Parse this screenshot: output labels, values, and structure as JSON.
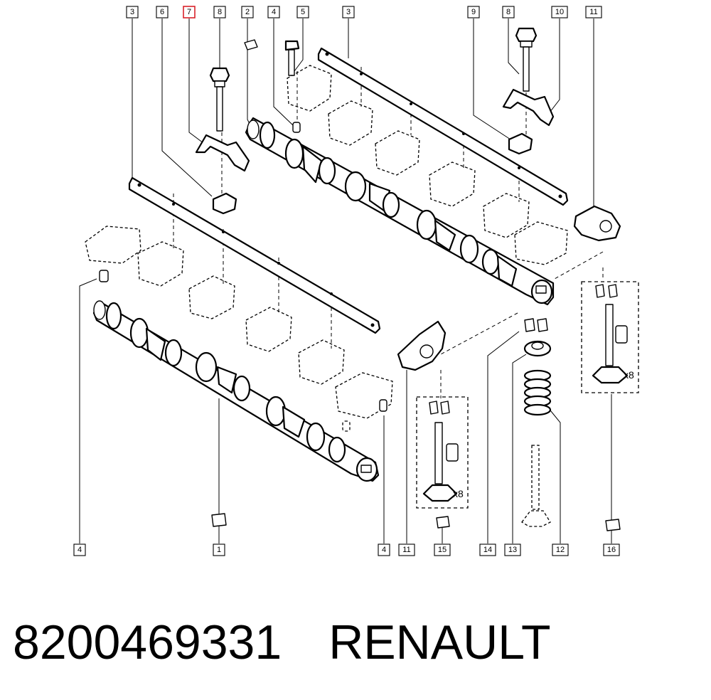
{
  "callouts": {
    "top": [
      "3",
      "6",
      "7",
      "8",
      "2",
      "4",
      "5",
      "3",
      "9",
      "8",
      "10",
      "11"
    ],
    "bottom": [
      "4",
      "1",
      "4",
      "11",
      "15",
      "14",
      "13",
      "12",
      "16"
    ]
  },
  "highlighted_callout": "7",
  "quantity_labels": [
    "x8",
    "x8"
  ],
  "footer": {
    "part_number": "8200469331",
    "brand": "RENAULT"
  },
  "colors": {
    "highlight": "#d9232b",
    "line": "#000000",
    "background": "#ffffff"
  }
}
